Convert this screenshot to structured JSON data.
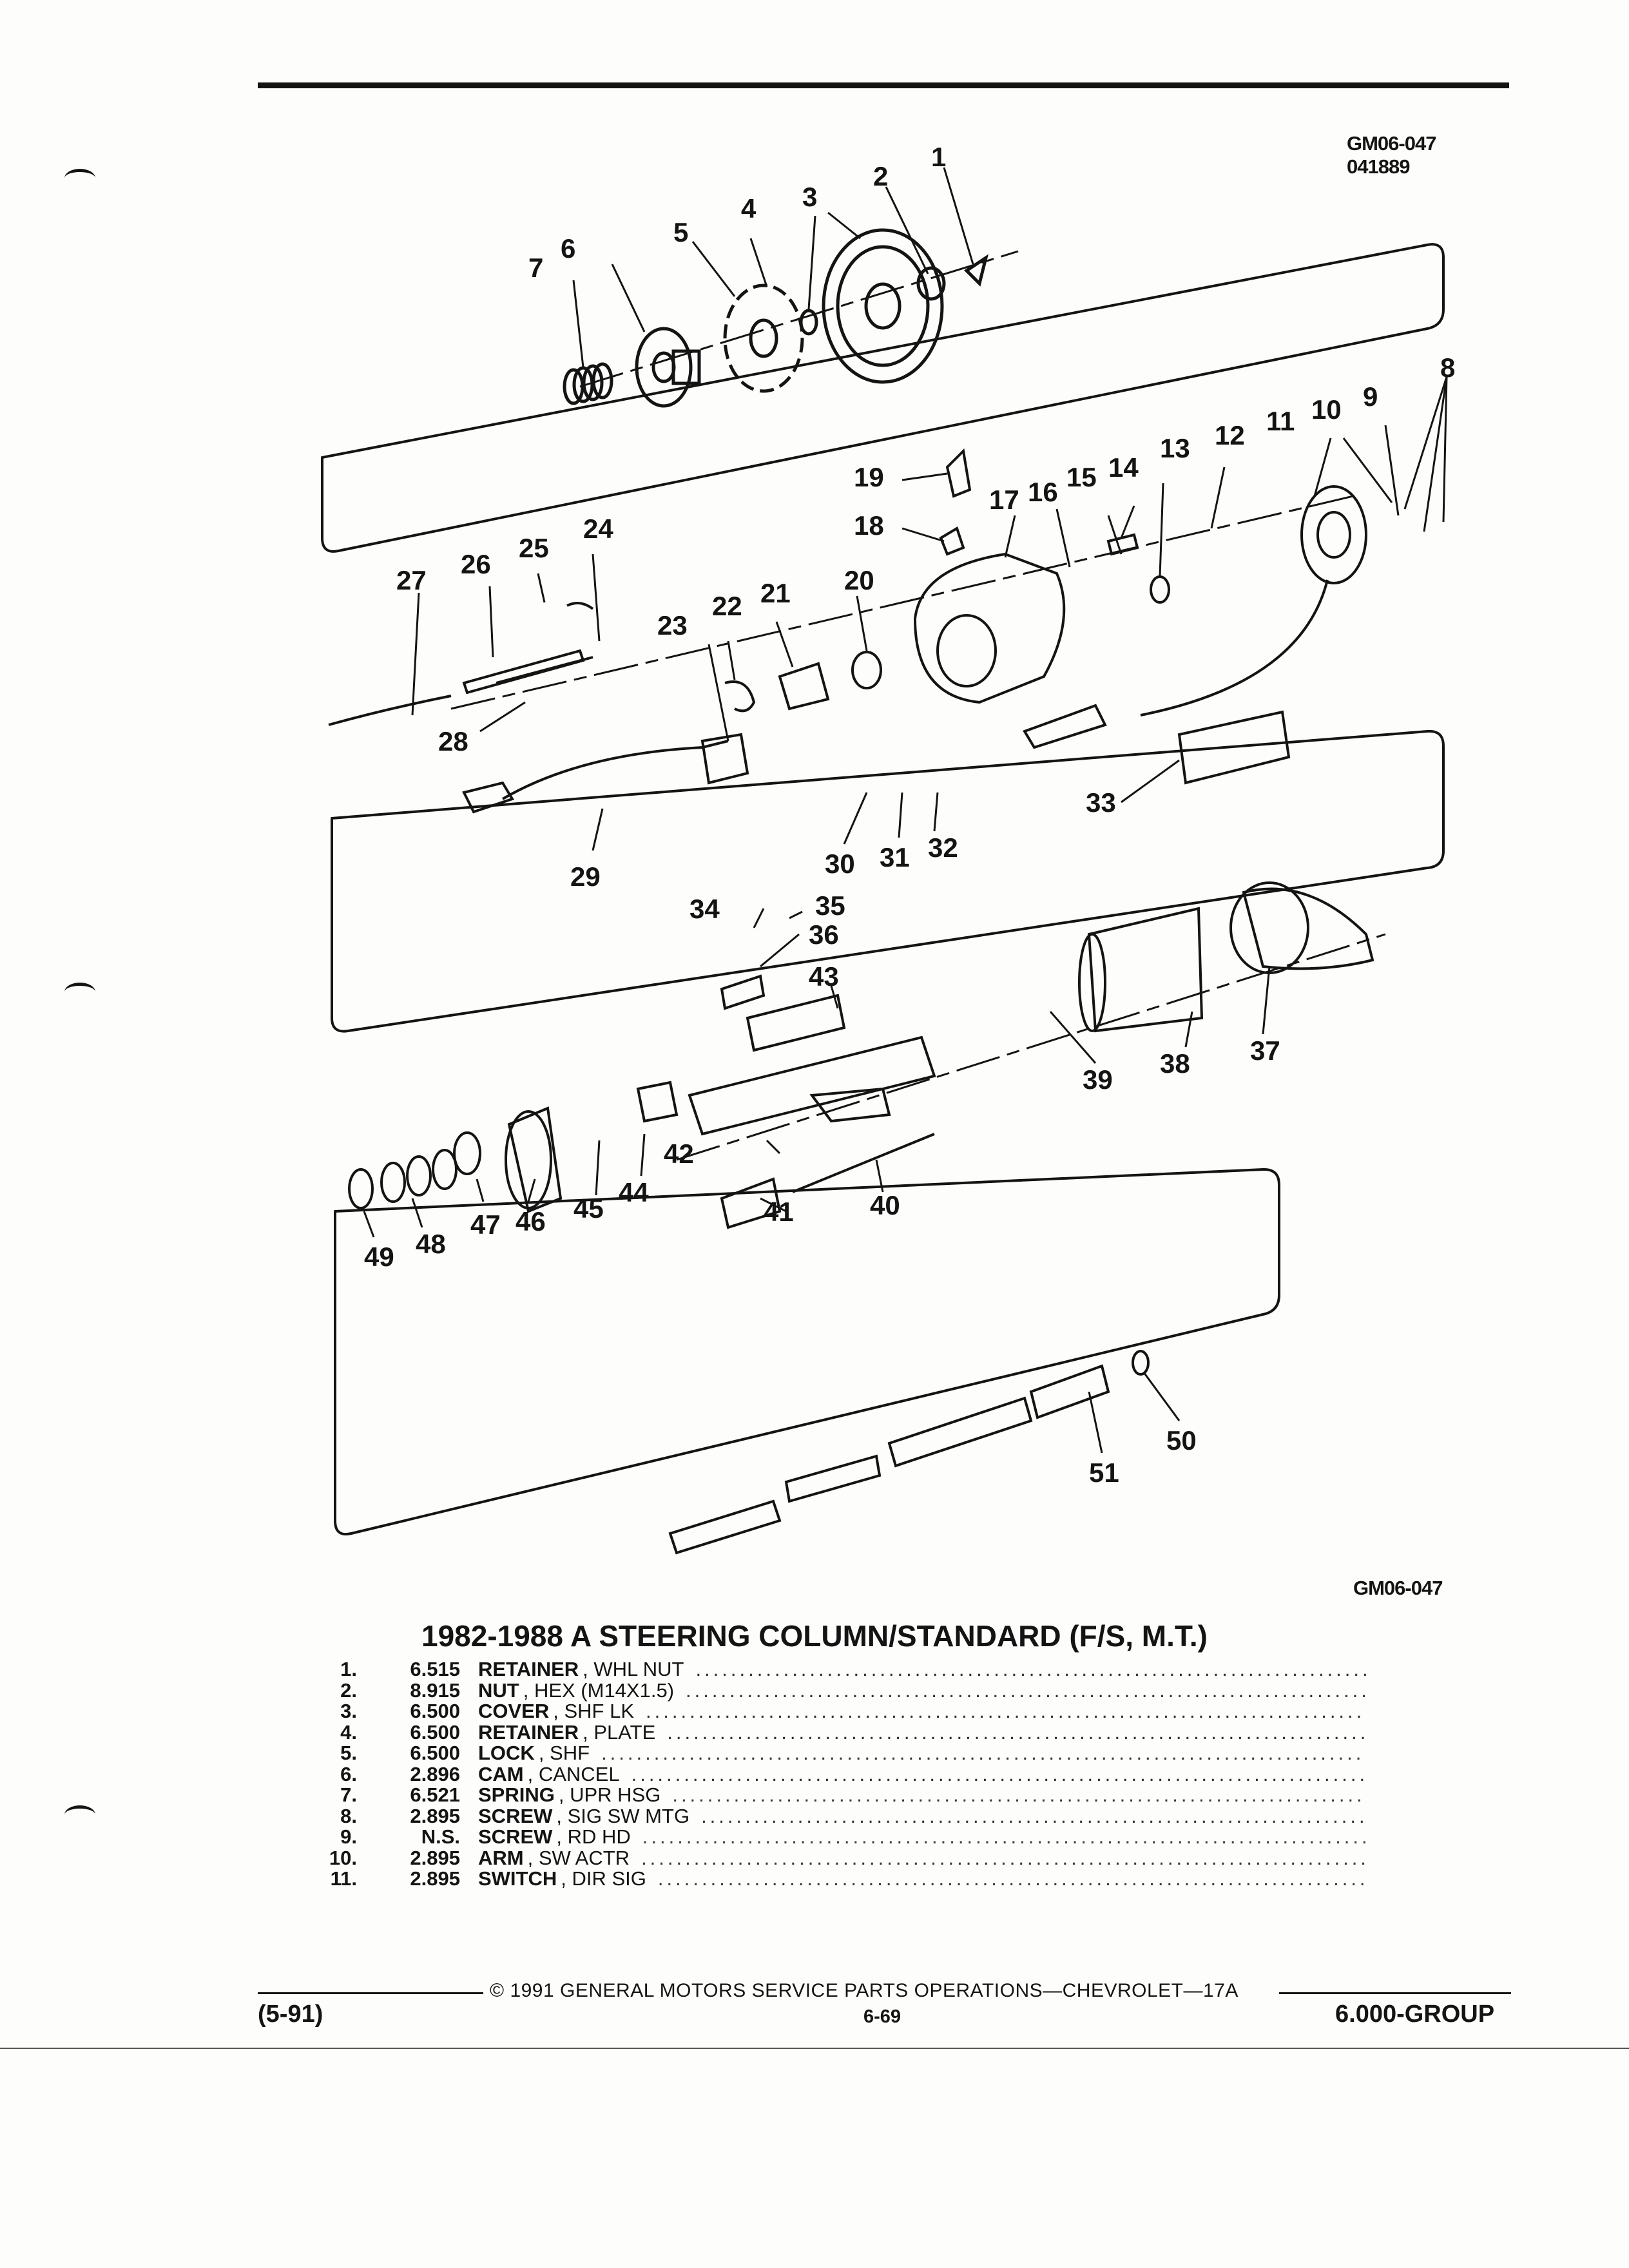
{
  "diagram_code_top": "GM06-047",
  "diagram_date": "041889",
  "diagram_code_bottom": "GM06-047",
  "title": "1982-1988 A STEERING COLUMN/STANDARD (F/S, M.T.)",
  "callouts": [
    "1",
    "2",
    "3",
    "4",
    "5",
    "6",
    "7",
    "8",
    "9",
    "10",
    "11",
    "12",
    "13",
    "14",
    "15",
    "16",
    "17",
    "18",
    "19",
    "20",
    "21",
    "22",
    "23",
    "24",
    "25",
    "26",
    "27",
    "28",
    "29",
    "30",
    "31",
    "32",
    "33",
    "34",
    "35",
    "36",
    "37",
    "38",
    "39",
    "40",
    "41",
    "42",
    "43",
    "44",
    "45",
    "46",
    "47",
    "48",
    "49",
    "50",
    "51"
  ],
  "parts": [
    {
      "num": "1.",
      "code": "6.515",
      "name": "RETAINER",
      "desc": ", WHL NUT"
    },
    {
      "num": "2.",
      "code": "8.915",
      "name": "NUT",
      "desc": ", HEX (M14X1.5)"
    },
    {
      "num": "3.",
      "code": "6.500",
      "name": "COVER",
      "desc": ", SHF LK"
    },
    {
      "num": "4.",
      "code": "6.500",
      "name": "RETAINER",
      "desc": ", PLATE"
    },
    {
      "num": "5.",
      "code": "6.500",
      "name": "LOCK",
      "desc": ", SHF"
    },
    {
      "num": "6.",
      "code": "2.896",
      "name": "CAM",
      "desc": ", CANCEL"
    },
    {
      "num": "7.",
      "code": "6.521",
      "name": "SPRING",
      "desc": ", UPR HSG"
    },
    {
      "num": "8.",
      "code": "2.895",
      "name": "SCREW",
      "desc": ", SIG SW MTG"
    },
    {
      "num": "9.",
      "code": "N.S.",
      "name": "SCREW",
      "desc": ", RD HD"
    },
    {
      "num": "10.",
      "code": "2.895",
      "name": "ARM",
      "desc": ", SW ACTR"
    },
    {
      "num": "11.",
      "code": "2.895",
      "name": "SWITCH",
      "desc": ", DIR SIG"
    }
  ],
  "dot_leader": "..................................................................................................",
  "footer": {
    "credit": "© 1991 GENERAL MOTORS SERVICE PARTS OPERATIONS—CHEVROLET—17A",
    "date": "(5-91)",
    "page": "6-69",
    "group": "6.000-GROUP"
  }
}
